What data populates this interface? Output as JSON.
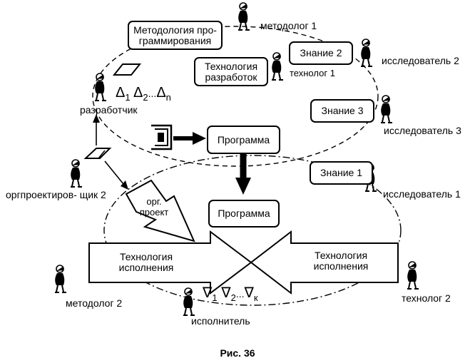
{
  "boxes": {
    "metodologia": "Методология про-\nграммирования",
    "tekhnologia_razrabotok": "Технология\nразработок",
    "znanie2": "Знание 2",
    "znanie3": "Знание 3",
    "znanie1": "Знание 1",
    "programma_top": "Программа",
    "programma_bottom": "Программа"
  },
  "roles": {
    "metodolog1": "методолог 1",
    "issledovatel2": "исследователь 2",
    "tekhnolog1": "технолог 1",
    "issledovatel3": "исследователь 3",
    "razrabotchik": "разработчик",
    "issledovatel1": "исследователь 1",
    "orgproektirovshchik2": "оргпроектиров-\nщик 2",
    "metodolog2": "методолог 2",
    "tekhnolog2": "технолог 2",
    "ispolnitel": "исполнитель"
  },
  "arrows": {
    "org_proekt": "орг.\nпроект",
    "tekhnologia_ispolnenia_left": "Технология\nисполнения",
    "tekhnologia_ispolnenia_right": "Технология\nисполнения"
  },
  "sequences": {
    "upper": {
      "base": "Δ",
      "sub_first": "1",
      "sub_second": "2",
      "dots": "...",
      "sub_last": "n"
    },
    "lower": {
      "base": "∇",
      "sub_first": "1",
      "sub_second": "2",
      "dots": "...",
      "sub_last": "к"
    }
  },
  "caption": "Рис. 36"
}
